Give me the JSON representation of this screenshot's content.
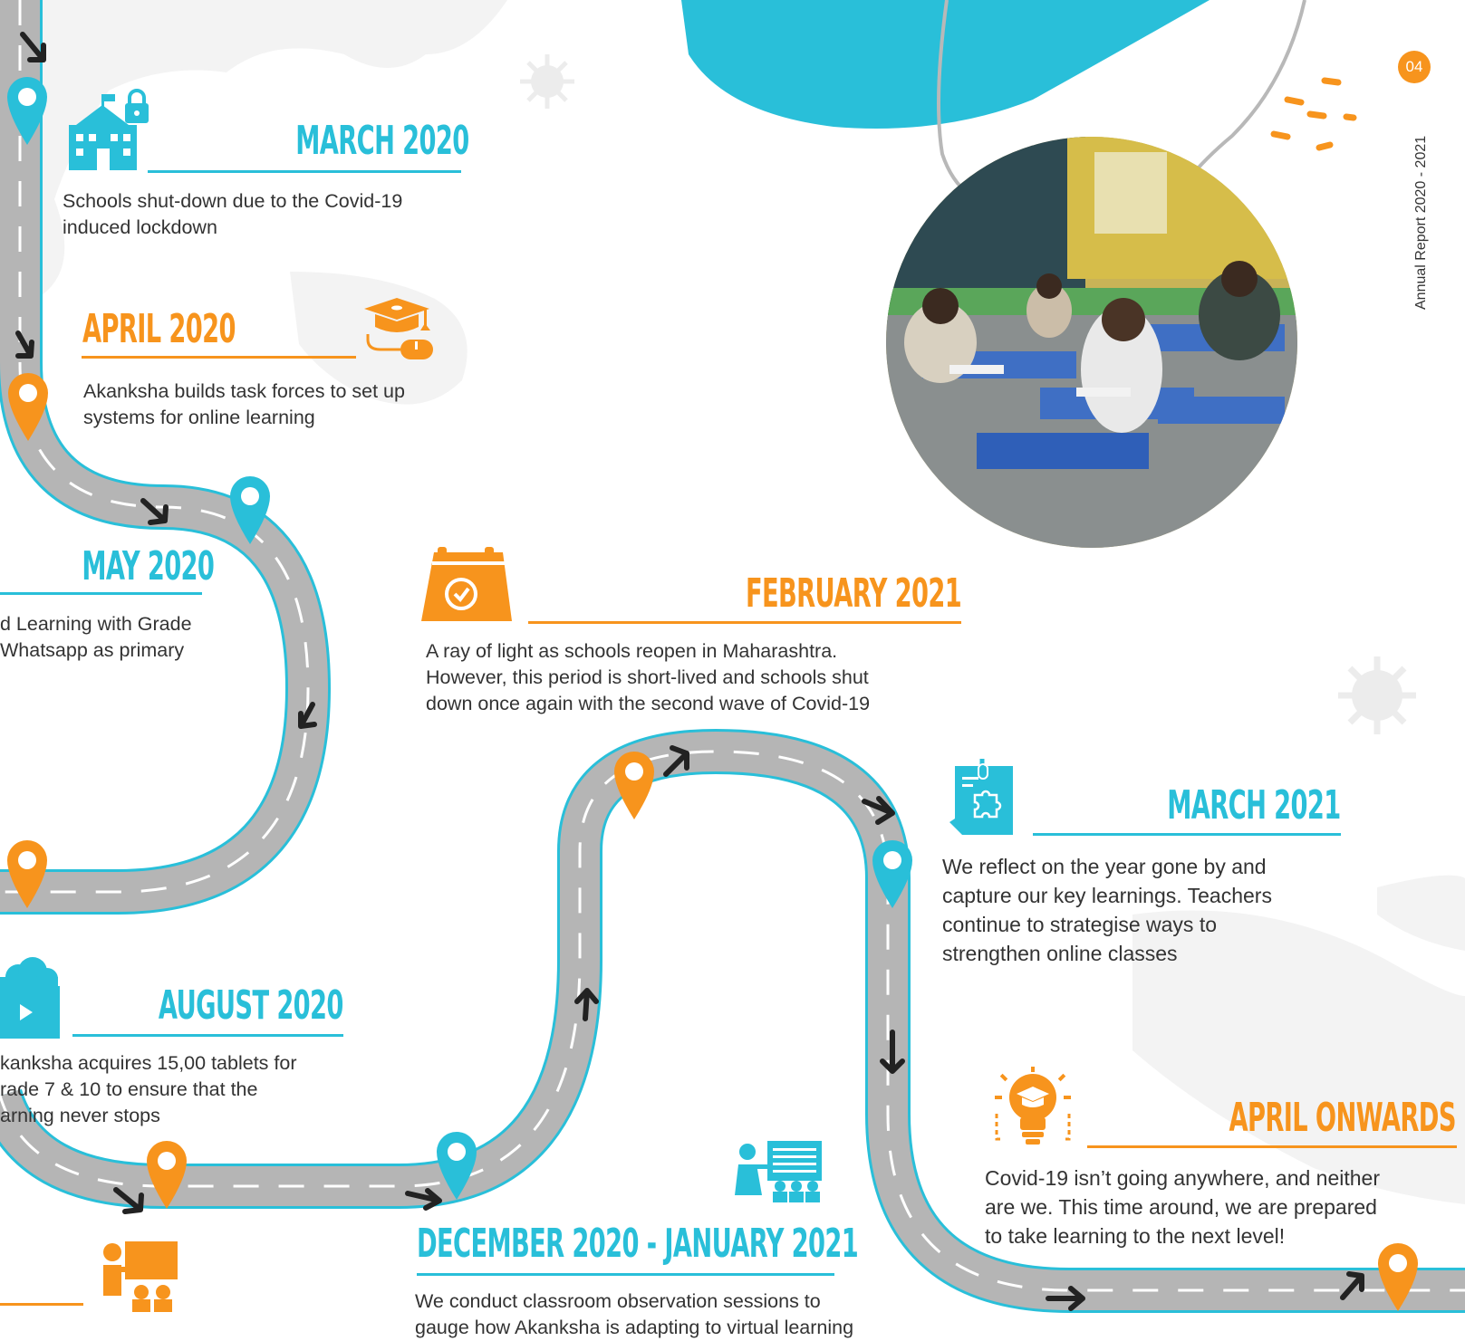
{
  "page": {
    "number": "04",
    "report_label": "Annual Report 2020 - 2021"
  },
  "colors": {
    "cyan": "#29bfd9",
    "orange": "#f7941d",
    "road": "#b5b5b5",
    "text": "#333333"
  },
  "photo": {
    "description_icon": "classroom-photo"
  },
  "timeline": [
    {
      "id": "march-2020",
      "title": "MARCH 2020",
      "text": "Schools shut-down due to the Covid-19 induced lockdown",
      "color": "cyan",
      "icon": "school-lock-icon"
    },
    {
      "id": "april-2020",
      "title": "APRIL 2020",
      "text": "Akanksha builds task forces to set up systems for online learning",
      "color": "orange",
      "icon": "graduation-cap-mouse-icon"
    },
    {
      "id": "may-2020",
      "title": "MAY 2020",
      "text_lines": [
        "d Learning with Grade",
        "Whatsapp as primary"
      ],
      "color": "cyan",
      "icon": "none"
    },
    {
      "id": "august-2020",
      "title": "AUGUST 2020",
      "text_lines": [
        "kanksha acquires 15,00 tablets for",
        "rade 7 & 10 to ensure that the",
        "arning never stops"
      ],
      "color": "cyan",
      "icon": "cloud-video-icon"
    },
    {
      "id": "dec-jan",
      "title": "DECEMBER 2020 - JANUARY 2021",
      "text_lines": [
        "We conduct classroom observation sessions to",
        "gauge how Akanksha is adapting to virtual learning"
      ],
      "color": "cyan",
      "icon": "teacher-board-icon"
    },
    {
      "id": "february-2021",
      "title": "FEBRUARY 2021",
      "text_lines": [
        "A ray of light as schools reopen in Maharashtra.",
        "However, this period is short-lived and schools shut",
        "down once again with the second wave of Covid-19"
      ],
      "color": "orange",
      "icon": "calendar-check-icon"
    },
    {
      "id": "march-2021",
      "title": "MARCH 2021",
      "text_lines": [
        "We reflect on the year gone by and",
        "capture our key learnings. Teachers",
        "continue to strategise ways to",
        "strengthen online classes"
      ],
      "color": "cyan",
      "icon": "clipboard-puzzle-icon"
    },
    {
      "id": "april-onwards",
      "title": "APRIL ONWARDS",
      "text_lines": [
        "Covid-19 isn’t going anywhere, and neither",
        "are we. This time around, we are prepared",
        "to take learning to the next level!"
      ],
      "color": "orange",
      "icon": "lightbulb-cap-icon"
    }
  ]
}
